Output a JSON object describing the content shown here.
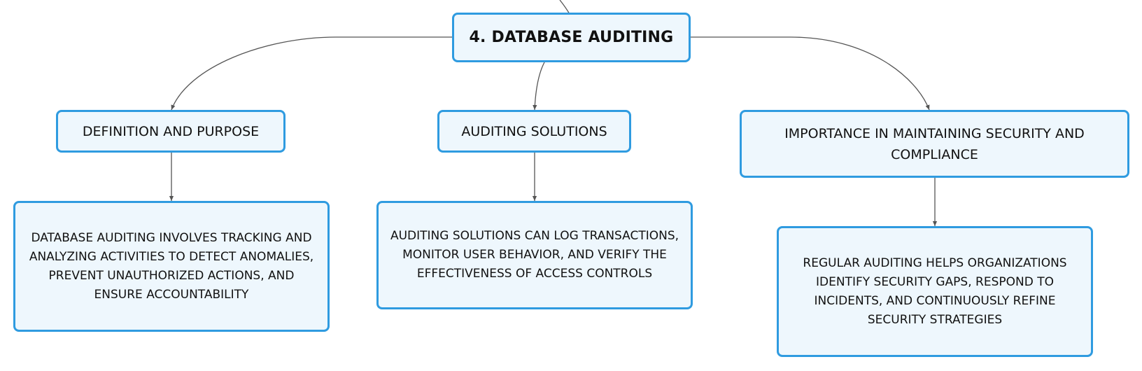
{
  "mindmap": {
    "root": {
      "label": "4. DATABASE AUDITING"
    },
    "branches": [
      {
        "label": "DEFINITION AND PURPOSE",
        "detail": "DATABASE AUDITING INVOLVES TRACKING AND ANALYZING ACTIVITIES TO DETECT ANOMALIES, PREVENT UNAUTHORIZED ACTIONS, AND ENSURE ACCOUNTABILITY"
      },
      {
        "label": "AUDITING SOLUTIONS",
        "detail": "AUDITING SOLUTIONS CAN LOG TRANSACTIONS, MONITOR USER BEHAVIOR, AND VERIFY THE EFFECTIVENESS OF ACCESS CONTROLS"
      },
      {
        "label": "IMPORTANCE IN MAINTAINING SECURITY AND COMPLIANCE",
        "detail": "REGULAR AUDITING HELPS ORGANIZATIONS IDENTIFY SECURITY GAPS, RESPOND TO INCIDENTS, AND CONTINUOUSLY REFINE SECURITY STRATEGIES"
      }
    ]
  },
  "colors": {
    "node_border": "#2f9be0",
    "node_fill": "#eef7fd",
    "connector": "#555555",
    "text": "#111111"
  }
}
